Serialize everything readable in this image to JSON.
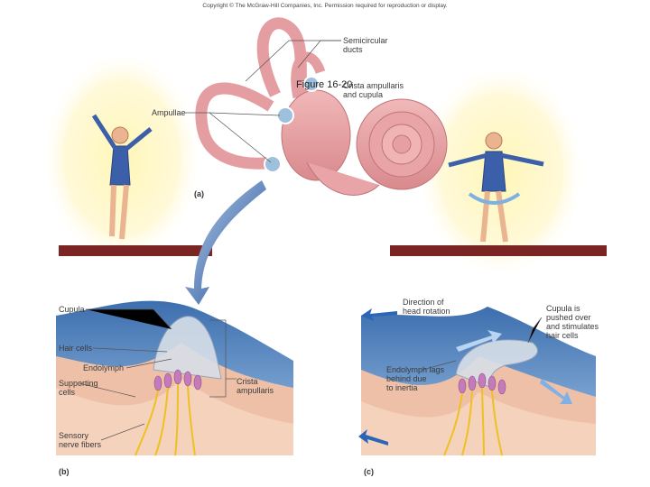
{
  "copyright": "Copyright © The McGraw-Hill Companies, Inc. Permission required for reproduction or display.",
  "figure_label": "Figure 16-20",
  "panel_a": {
    "tag": "(a)",
    "labels": {
      "semicircular_duct": "Semicircular\nducts",
      "crista_cupula": "Crista ampullaris\nand cupula",
      "ampullae": "Ampullae"
    }
  },
  "panel_b": {
    "tag": "(b)",
    "labels": {
      "cupula": "Cupula",
      "hair_cells": "Hair cells",
      "endolymph": "Endolymph",
      "supporting_cells": "Supporting\ncells",
      "crista_ampullaris": "Crista\nampullaris",
      "sensory_nerve_fibers": "Sensory\nnerve fibers"
    }
  },
  "panel_c": {
    "tag": "(c)",
    "labels": {
      "direction": "Direction of\nhead rotation",
      "cupula_pushed": "Cupula is\npushed over\nand stimulates\nhair cells",
      "endolymph_lags": "Endolymph lags\nbehind due\nto inertia"
    }
  },
  "colors": {
    "inner_ear": "#e7a0a2",
    "endolymph": "#4f82bd",
    "tissue": "#efc0a8",
    "hair_cell": "#c47bbb",
    "nerve": "#f0c020",
    "floor": "#7a2424",
    "glow": "#fff4b0"
  }
}
